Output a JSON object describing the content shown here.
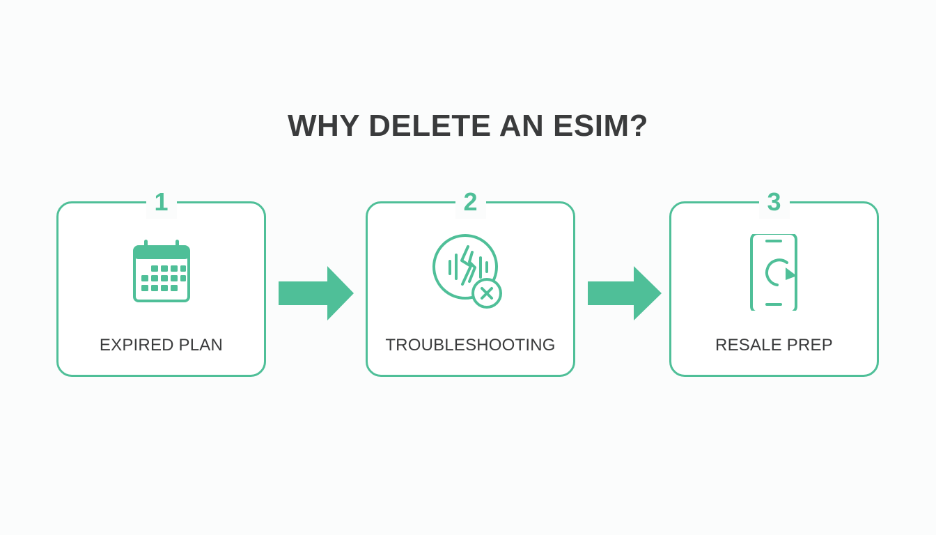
{
  "title": "WHY DELETE AN ESIM?",
  "steps": [
    {
      "number": "1",
      "label": "EXPIRED PLAN",
      "icon": "calendar-icon"
    },
    {
      "number": "2",
      "label": "TROUBLESHOOTING",
      "icon": "signal-error-icon"
    },
    {
      "number": "3",
      "label": "RESALE PREP",
      "icon": "phone-reset-icon"
    }
  ],
  "colors": {
    "accent": "#4fbf98",
    "text": "#3a3b3c",
    "background": "#fbfcfc"
  }
}
